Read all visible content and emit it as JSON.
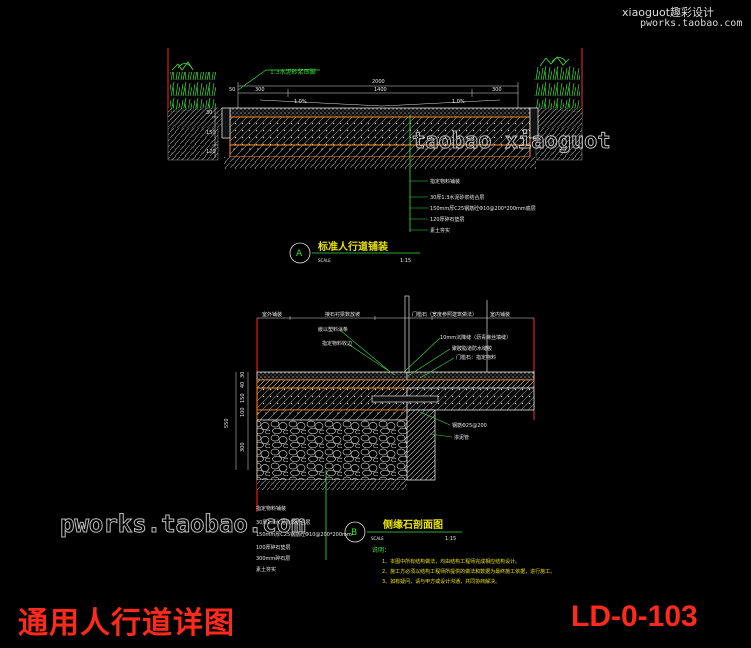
{
  "watermarks": {
    "corner_1": "xiaoguot趣彩设计",
    "corner_2": "pworks.taobao.com",
    "middle": "taobao xiaoguot",
    "bottom": "pworks.taobao.com"
  },
  "section_a": {
    "label": "A",
    "title": "标准人行道铺装",
    "scale_label": "SCALE",
    "scale": "1:15",
    "top_note": "1:3水泥砂浆压脚",
    "dim_total": "2000",
    "dim_left": "300",
    "dim_mid": "1400",
    "dim_right": "300",
    "dim_edge": "50",
    "slope_left": "1.0%",
    "slope_right": "1.0%",
    "dim_vert_1": "30",
    "dim_vert_2": "150",
    "dim_vert_3": "120",
    "layers": [
      "指定物料铺装",
      "30厚1:3水泥砂浆结合层",
      "150mm厚C25钢筋砼Φ10@200*200mm底层",
      "120厚碎石垫层",
      "素土夯实"
    ]
  },
  "section_b": {
    "label": "B",
    "title": "侧缘石剖面图",
    "scale_label": "SCALE",
    "scale": "1:15",
    "top_left": "室外铺装",
    "top_mid": "接石衬梁数放坡",
    "top_right_1": "门槛石（宽度参照建筑做法）",
    "top_right_2": "室内铺装",
    "callouts": [
      "嵌以塑料涂条",
      "指定物料收边",
      "10mm沉降缝（沥青麻丝填缝）",
      "聚胺脂道防水缝胶",
      "门槛石：指定物料",
      "钢筋Φ25@200",
      "渗泥管"
    ],
    "dim_vert": [
      "550",
      "30",
      "40",
      "150",
      "100",
      "300"
    ],
    "layers": [
      "指定物料铺装",
      "30厚1:3水泥砂浆结合层",
      "150mm厚C25钢筋砼Φ10@200*200mm",
      "100厚碎石垫层",
      "300mm碎石层",
      "素土夯实"
    ]
  },
  "notes": {
    "heading": "说明：",
    "items": [
      "1、本图中所有结构做法，均由结构工程师完成相应结构设计。",
      "2、施工方必须以结构工程师所提供的做法和数据为最终施工依据，进行施工。",
      "3、如有疑问，请与甲方或设计沟通，共同协商解决。"
    ]
  },
  "footer": {
    "title": "通用人行道详图",
    "code": "LD-0-103"
  }
}
